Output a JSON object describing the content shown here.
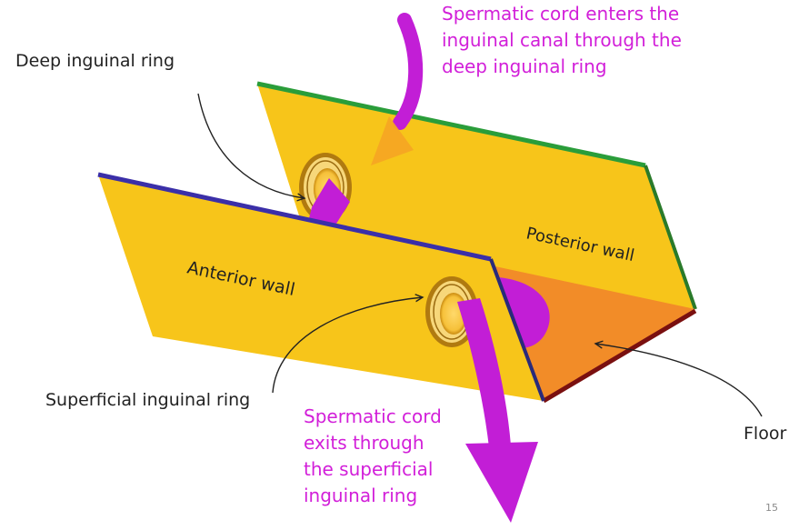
{
  "labels": {
    "deep_ring": "Deep inguinal ring",
    "superficial_ring": "Superficial inguinal ring",
    "anterior_wall": "Anterior wall",
    "posterior_wall": "Posterior wall",
    "floor": "Floor",
    "enters_line1": "Spermatic cord enters the",
    "enters_line2": "inguinal canal through the",
    "enters_line3": "deep inguinal ring",
    "exits_line1": "Spermatic cord",
    "exits_line2": "exits through",
    "exits_line3": "the superficial",
    "exits_line4": "inguinal ring"
  },
  "slide_number": "15",
  "colors": {
    "wall_fill": "#f7c51a",
    "floor_fill": "#f28c28",
    "posterior_edge": "#2a9d3a",
    "anterior_edge": "#3b2fa8",
    "floor_edge": "#7a1010",
    "cord": "#c21ed6",
    "annotation": "#d21fd9"
  }
}
